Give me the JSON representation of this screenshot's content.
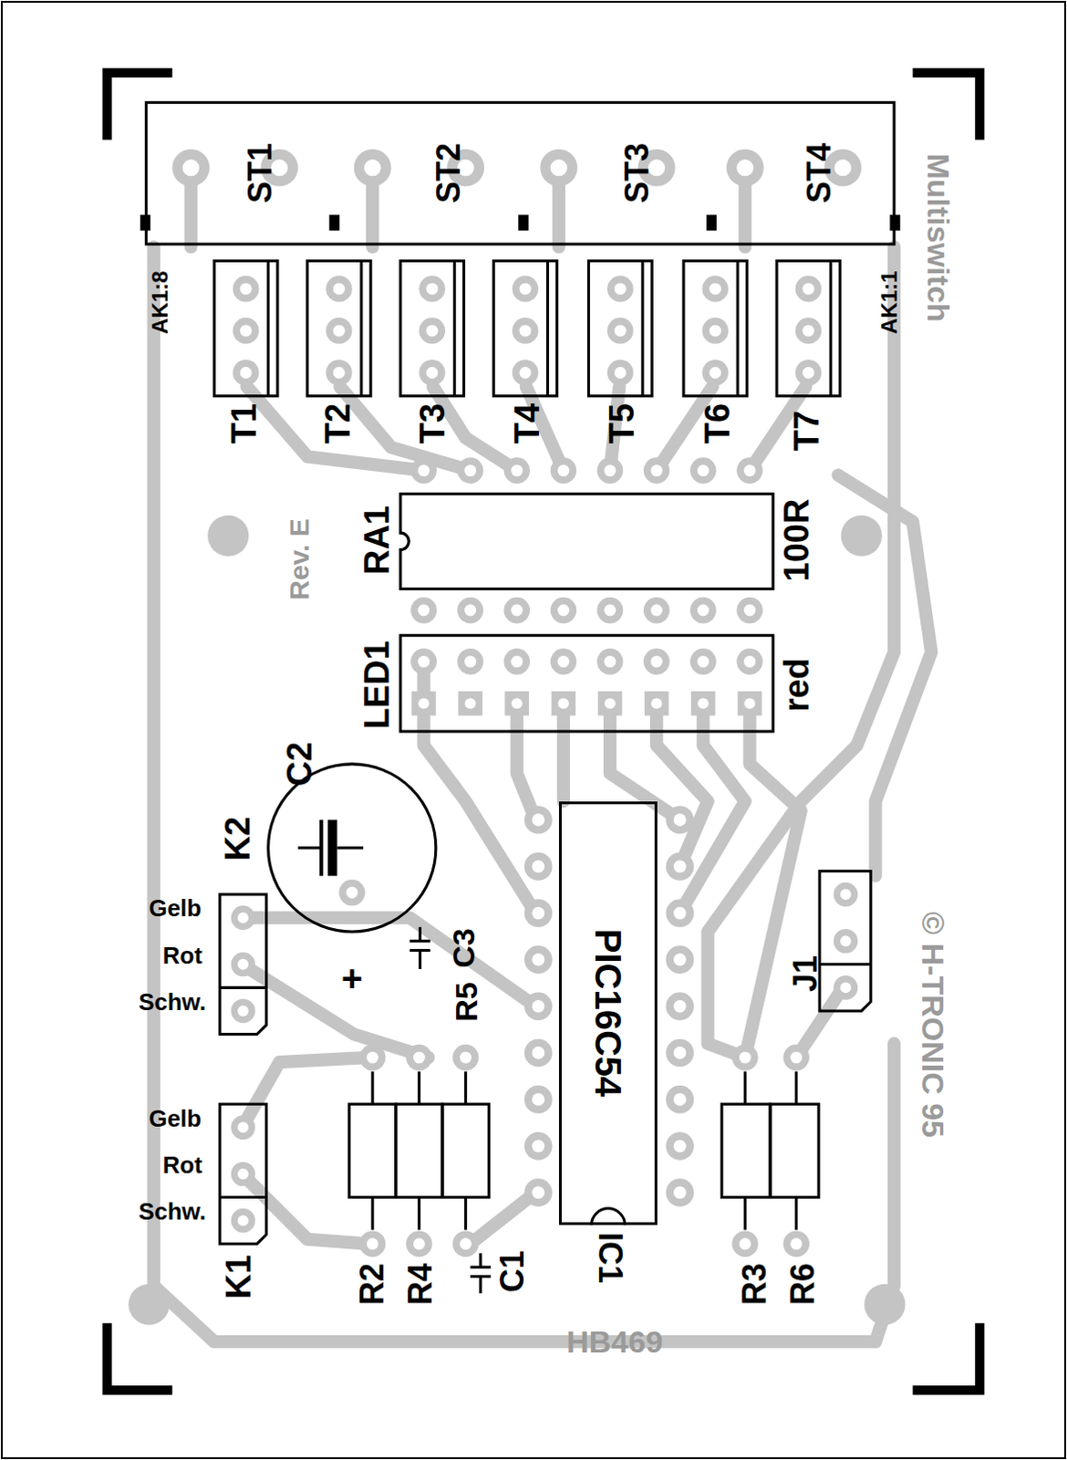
{
  "diagram": {
    "nodes": [
      {
        "text": [
          "ST1"
        ]
      },
      {
        "text": [
          "ST2"
        ]
      },
      {
        "text": [
          "ST3"
        ]
      },
      {
        "text": [
          "ST4"
        ]
      },
      {
        "text": [
          "PIC16C54"
        ]
      }
    ],
    "labels": [
      "AK1:8",
      "AK1:1",
      "T1",
      "T2",
      "T3",
      "T4",
      "T5",
      "T6",
      "T7",
      "RA1",
      "100R",
      "LED1",
      "red",
      "C2",
      "K2",
      "+",
      "C3",
      "R5",
      "IC1",
      "J1",
      "Gelb",
      "Rot",
      "Schw.",
      "Gelb",
      "Rot",
      "Schw.",
      "K1",
      "R2",
      "R4",
      "C1",
      "R3",
      "R6",
      "Multiswitch",
      "Rev. E",
      "© H-TRONIC 95",
      "HB469"
    ]
  }
}
